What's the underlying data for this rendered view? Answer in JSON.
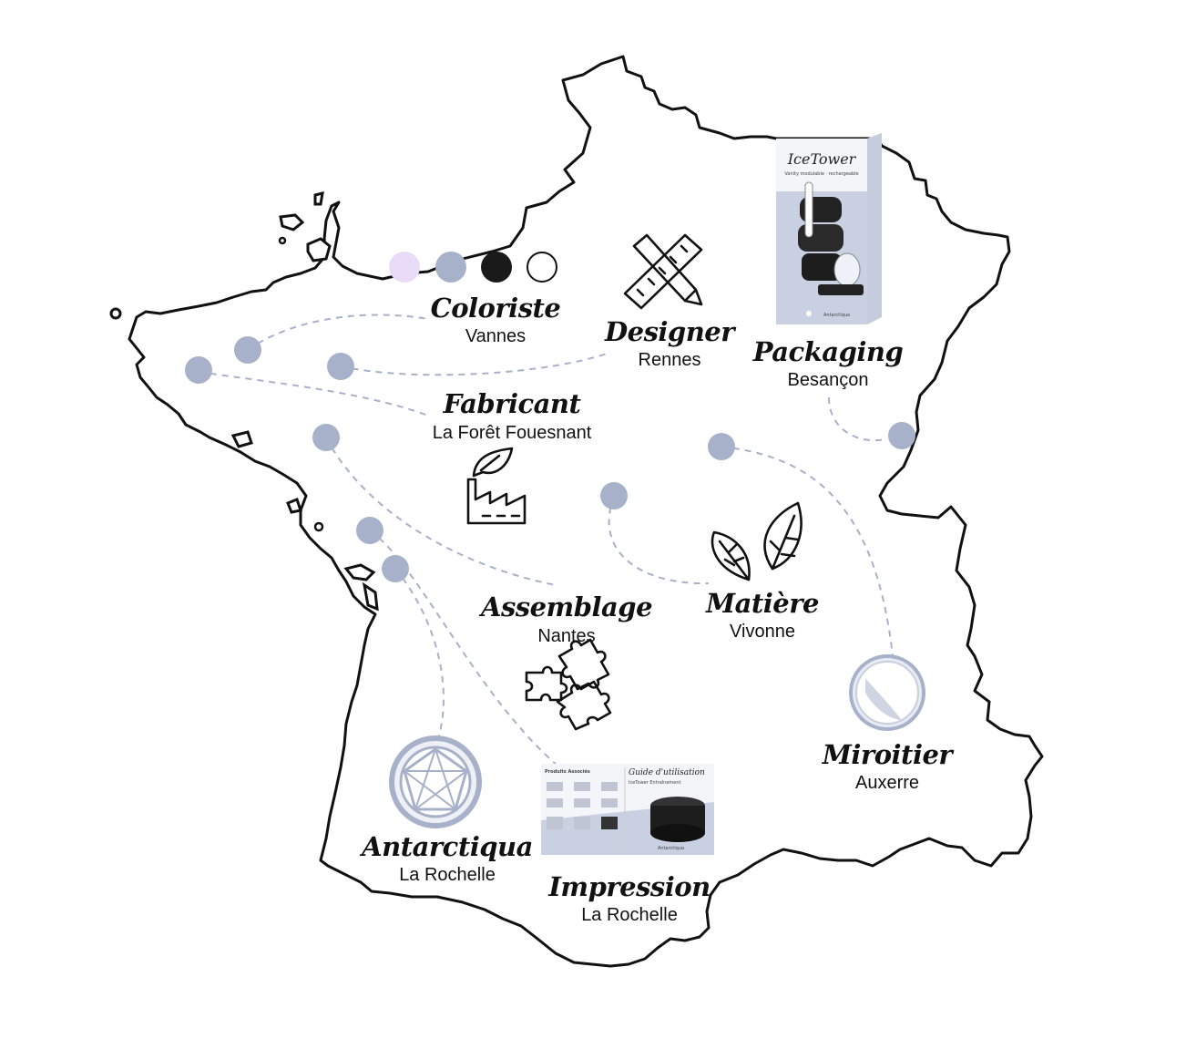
{
  "colors": {
    "accent": "#a7b1c9",
    "outline": "#111111",
    "swatches": [
      "#e8dcf8",
      "#a7b1c9",
      "#1a1a1a",
      "#ffffff"
    ]
  },
  "partners": {
    "coloriste": {
      "role": "Coloriste",
      "city": "Vannes"
    },
    "designer": {
      "role": "Designer",
      "city": "Rennes"
    },
    "packaging": {
      "role": "Packaging",
      "city": "Besançon"
    },
    "fabricant": {
      "role": "Fabricant",
      "city": "La Forêt Fouesnant"
    },
    "matiere": {
      "role": "Matière",
      "city": "Vivonne"
    },
    "assemblage": {
      "role": "Assemblage",
      "city": "Nantes"
    },
    "miroitier": {
      "role": "Miroitier",
      "city": "Auxerre"
    },
    "antarctiqua": {
      "role": "Antarctiqua",
      "city": "La Rochelle"
    },
    "impression": {
      "role": "Impression",
      "city": "La Rochelle"
    }
  },
  "packaging_box": {
    "brand": "IceTower",
    "tagline": "Vanity modulable · rechargeable",
    "maker": "Antarctiqua"
  },
  "guide_card": {
    "title": "Guide d'utilisation",
    "subtitle": "IceTower Entraînement",
    "left_heading": "Produits Associés",
    "maker": "Antarctiqua"
  },
  "icons": [
    "swatches-icon",
    "ruler-pencil-icon",
    "factory-leaf-icon",
    "leaves-icon",
    "puzzle-icon",
    "mirror-icon",
    "antarctiqua-logo",
    "packaging-box-image",
    "guide-card-image"
  ]
}
